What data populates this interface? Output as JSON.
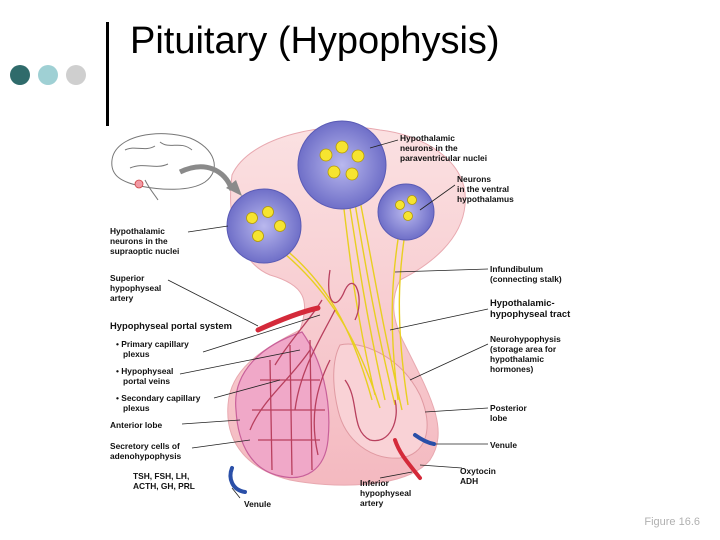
{
  "slide": {
    "title": "Pituitary (Hypophysis)",
    "figure_number": "Figure 16.6",
    "colors": {
      "dot1": "#2f6b6b",
      "dot2": "#9fd0d4",
      "dot3": "#cfcfcf",
      "gland": "#f6c8cc",
      "vessel_red": "#d42a3a",
      "vessel_blue": "#2a4fa8",
      "nerve": "#f3e23b",
      "bubble": "#6d6fc6"
    }
  },
  "labels": {
    "paraventricular": [
      "Hypothalamic",
      "neurons in the",
      "paraventricular nuclei"
    ],
    "ventral": [
      "Neurons",
      "in the ventral",
      "hypothalamus"
    ],
    "supraoptic": [
      "Hypothalamic",
      "neurons in the",
      "supraoptic nuclei"
    ],
    "superior_artery": [
      "Superior",
      "hypophyseal",
      "artery"
    ],
    "portal_system": [
      "Hypophyseal portal system"
    ],
    "primary_capillary": [
      "• Primary capillary",
      "plexus"
    ],
    "portal_veins": [
      "• Hypophyseal",
      "portal veins"
    ],
    "secondary_capillary": [
      "• Secondary capillary",
      "plexus"
    ],
    "anterior_lobe": [
      "Anterior lobe"
    ],
    "secretory": [
      "Secretory cells of",
      "adenohypophysis"
    ],
    "anterior_hormones": [
      "TSH, FSH, LH,",
      "ACTH, GH, PRL"
    ],
    "venule_left": [
      "Venule"
    ],
    "infundibulum": [
      "Infundibulum",
      "(connecting stalk)"
    ],
    "tract": [
      "Hypothalamic-",
      "hypophyseal tract"
    ],
    "neurohypophysis": [
      "Neurohypophysis",
      "(storage area for",
      "hypothalamic",
      "hormones)"
    ],
    "posterior_lobe": [
      "Posterior",
      "lobe"
    ],
    "venule_right": [
      "Venule"
    ],
    "posterior_hormones": [
      "Oxytocin",
      "ADH"
    ],
    "inferior_artery": [
      "Inferior",
      "hypophyseal",
      "artery"
    ]
  }
}
